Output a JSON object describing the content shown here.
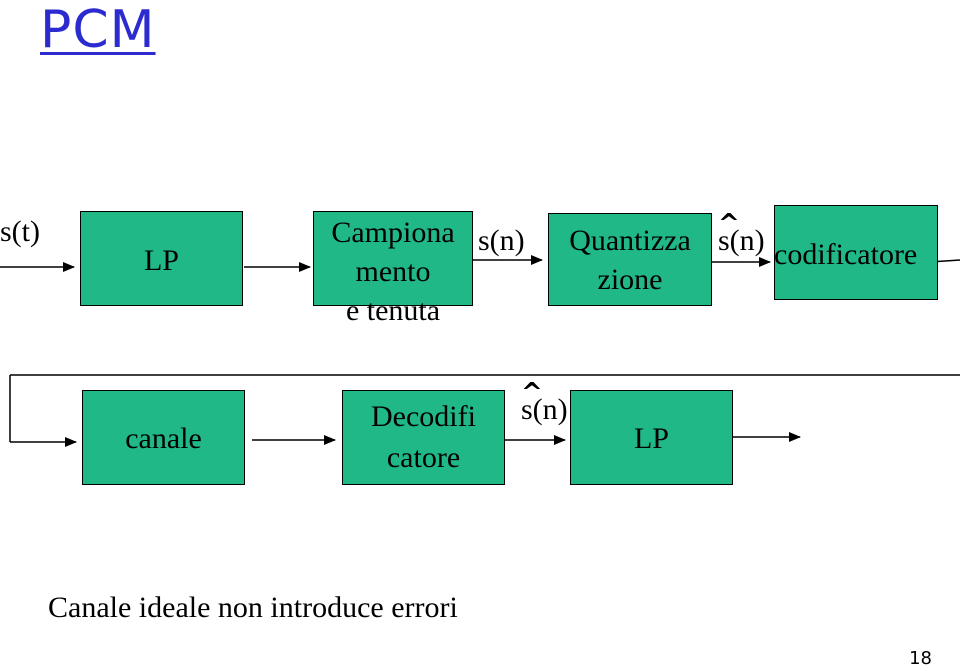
{
  "title": "PCM",
  "row1": {
    "input_label": "s(t)",
    "lp_label": "LP",
    "sampling_label_lines": [
      "Campiona",
      "mento",
      "e tenuta"
    ],
    "sn_label": "s(n)",
    "quant_label_lines": [
      "Quantizza",
      "zione"
    ],
    "sn_hat_label": "s(n)",
    "coder_label": "codificatore"
  },
  "row2": {
    "channel_label": "canale",
    "decoder_label_lines": [
      "Decodifi",
      "catore"
    ],
    "sn_hat_label": "s(n)",
    "lp_label": "LP"
  },
  "caption": "Canale ideale non introduce errori",
  "page_number": "18",
  "colors": {
    "block_fill": "#1fb886",
    "title": "#2b2bd0"
  }
}
